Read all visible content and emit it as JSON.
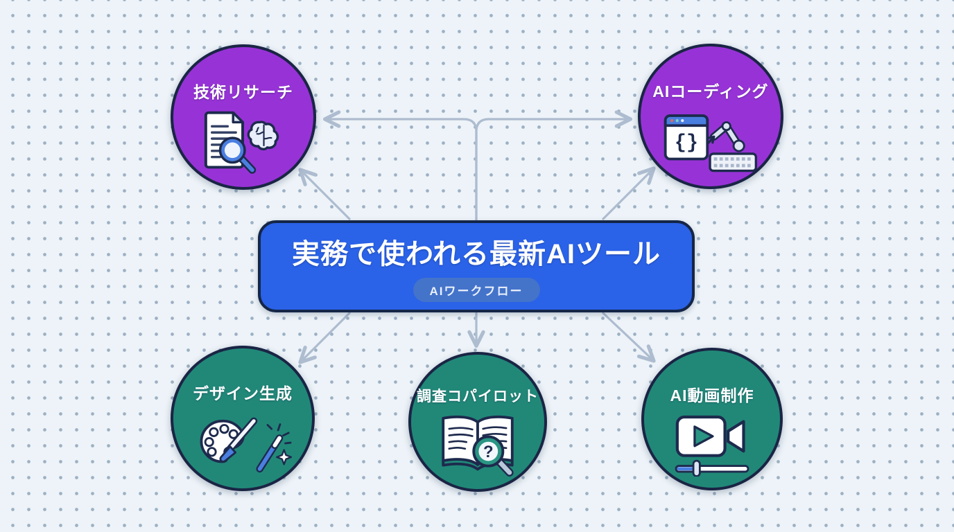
{
  "background": {
    "color": "#edf3f8",
    "dot_color": "#9cb0c4"
  },
  "center": {
    "title": "実務で使われる最新AIツール",
    "badge": "AIワークフロー",
    "box_color": "#2a62e8",
    "badge_color": "#4473ca"
  },
  "connector_color": "#aebcd0",
  "nodes": [
    {
      "id": "tech-research",
      "label": "技術リサーチ",
      "color": "#9733d6",
      "icon": "document-search-brain-icon"
    },
    {
      "id": "ai-coding",
      "label": "AIコーディング",
      "color": "#9733d6",
      "icon": "code-window-robot-arm-icon"
    },
    {
      "id": "design-generation",
      "label": "デザイン生成",
      "color": "#218878",
      "icon": "palette-brush-wand-icon"
    },
    {
      "id": "research-copilot",
      "label": "調査コパイロット",
      "color": "#218878",
      "icon": "open-book-magnifier-icon"
    },
    {
      "id": "ai-video",
      "label": "AI動画制作",
      "color": "#218878",
      "icon": "video-camera-slider-icon"
    }
  ]
}
